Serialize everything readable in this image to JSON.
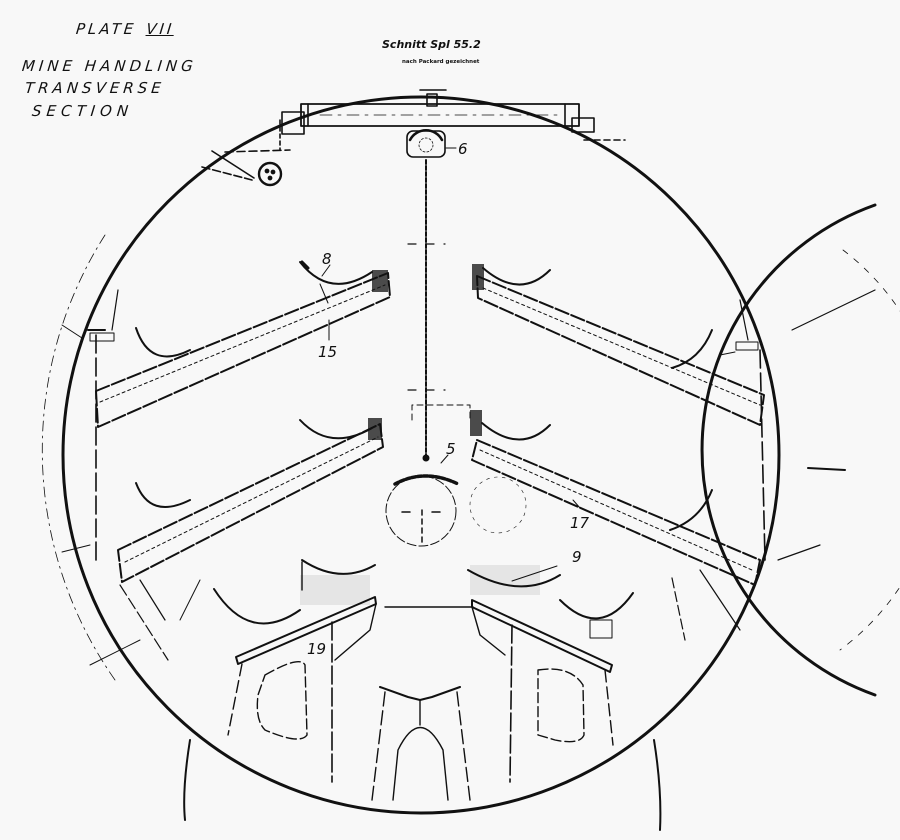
{
  "title": {
    "plate_prefix": "PLATE",
    "plate_number": "VII",
    "lines": [
      "MINE HANDLING",
      "TRANSVERSE",
      "SECTION"
    ]
  },
  "header": {
    "drawing_ref": "Schnitt Spl 55.2",
    "subtitle": "nach Packard gezeichnet"
  },
  "part_labels": [
    {
      "id": "6",
      "text": "6"
    },
    {
      "id": "8",
      "text": "8"
    },
    {
      "id": "15",
      "text": "15"
    },
    {
      "id": "5",
      "text": "5"
    },
    {
      "id": "17",
      "text": "17"
    },
    {
      "id": "9",
      "text": "9"
    },
    {
      "id": "19",
      "text": "19"
    }
  ]
}
